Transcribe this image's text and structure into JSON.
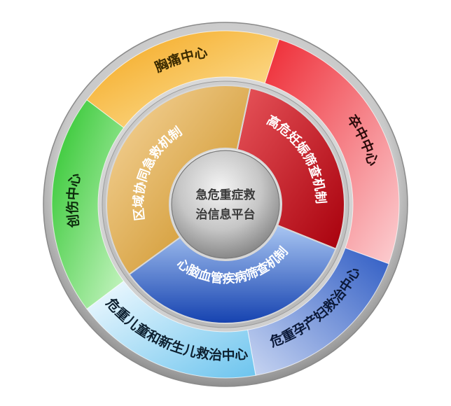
{
  "center": {
    "line1": "急危重症救",
    "line2": "治信息平台"
  },
  "inner_ring": [
    {
      "label": "高危妊娠筛查机制",
      "color": "#c8121c"
    },
    {
      "label": "心脑血管疾病筛查机制",
      "color": "#2a5fc8"
    },
    {
      "label": "区域协同急救机制",
      "color": "#d19a2c"
    }
  ],
  "outer_ring": [
    {
      "label": "胸痛中心",
      "color": "#f7b21d"
    },
    {
      "label": "卒中中心",
      "color": "#f0343e"
    },
    {
      "label": "危重孕产妇救治中心",
      "color": "#3d66c8"
    },
    {
      "label": "危重儿童和新生儿救治中心",
      "color": "#8fd2f0"
    },
    {
      "label": "创伤中心",
      "color": "#3fcf3c"
    }
  ]
}
